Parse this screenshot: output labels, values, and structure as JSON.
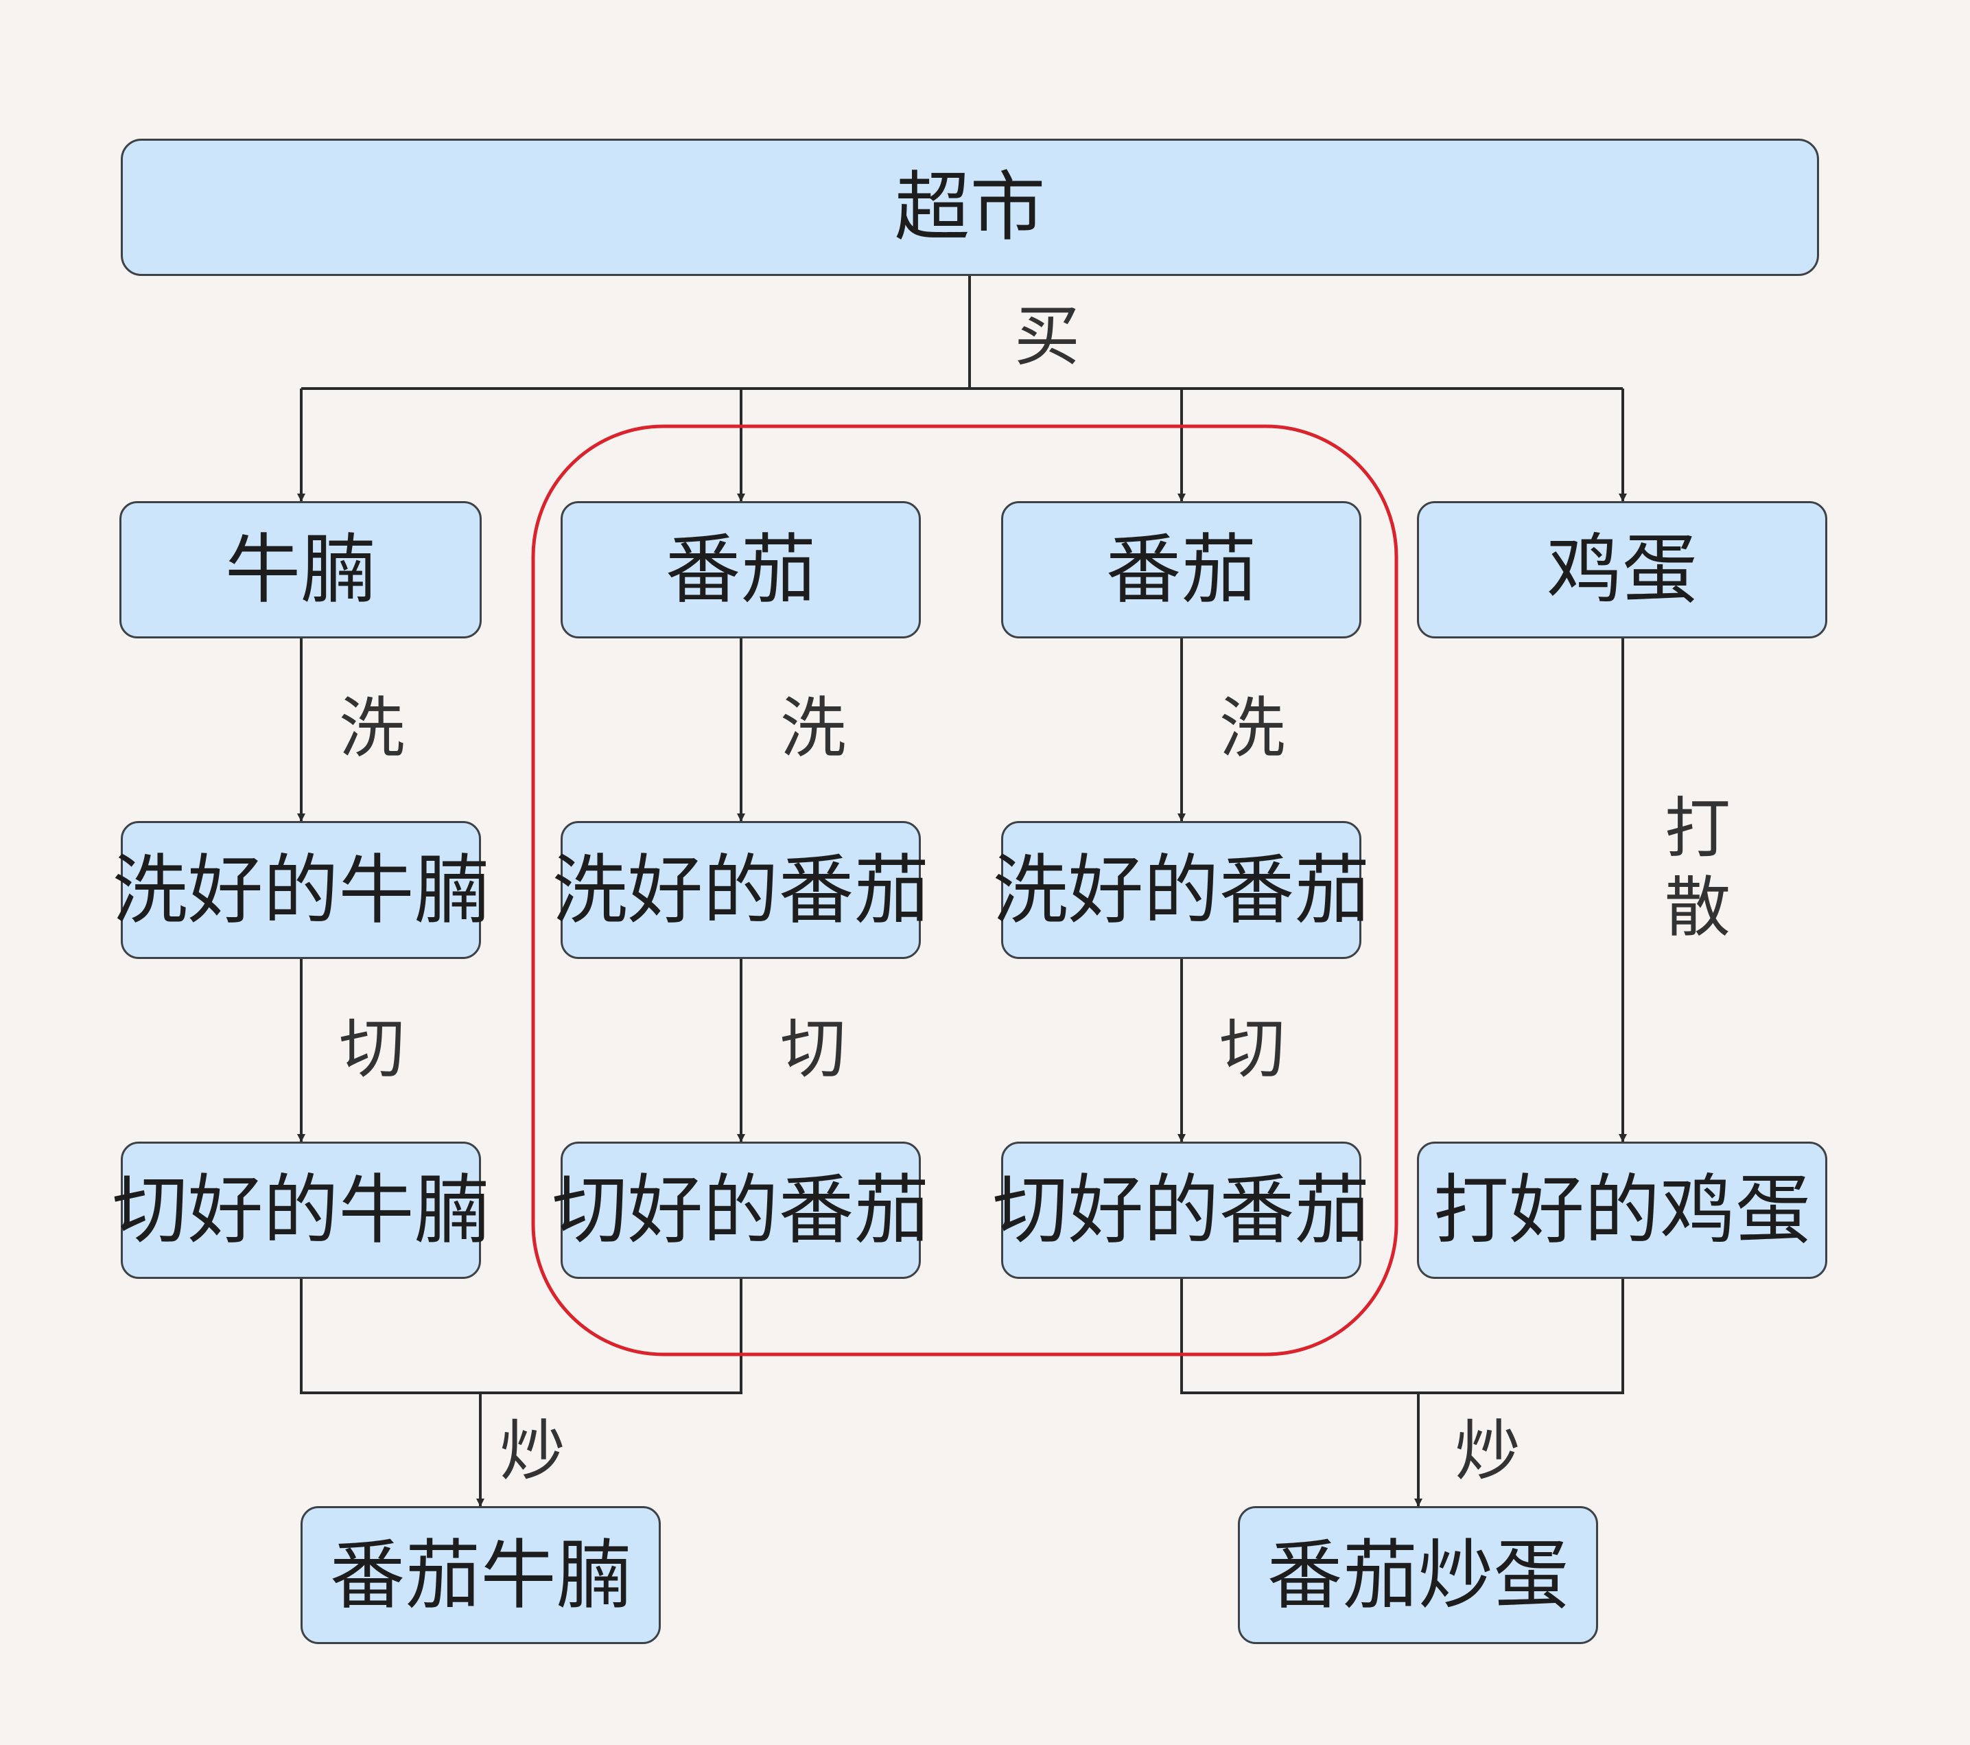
{
  "colors": {
    "background": "#f6f3f0",
    "node_fill": "#cce5fa",
    "node_border": "#3e4246",
    "edge": "#2a2a2a",
    "highlight": "#d9232d"
  },
  "nodes": {
    "supermarket": "超市",
    "beef_brisket": "牛腩",
    "tomato_1": "番茄",
    "tomato_2": "番茄",
    "egg": "鸡蛋",
    "washed_beef": "洗好的牛腩",
    "washed_tomato_1": "洗好的番茄",
    "washed_tomato_2": "洗好的番茄",
    "cut_beef": "切好的牛腩",
    "cut_tomato_1": "切好的番茄",
    "cut_tomato_2": "切好的番茄",
    "beaten_egg": "打好的鸡蛋",
    "tomato_beef": "番茄牛腩",
    "tomato_egg": "番茄炒蛋"
  },
  "edge_labels": {
    "buy": "买",
    "wash_beef": "洗",
    "wash_tomato_1": "洗",
    "wash_tomato_2": "洗",
    "cut_beef": "切",
    "cut_tomato_1": "切",
    "cut_tomato_2": "切",
    "beat_egg": "打散",
    "stir_fry_1": "炒",
    "stir_fry_2": "炒"
  }
}
